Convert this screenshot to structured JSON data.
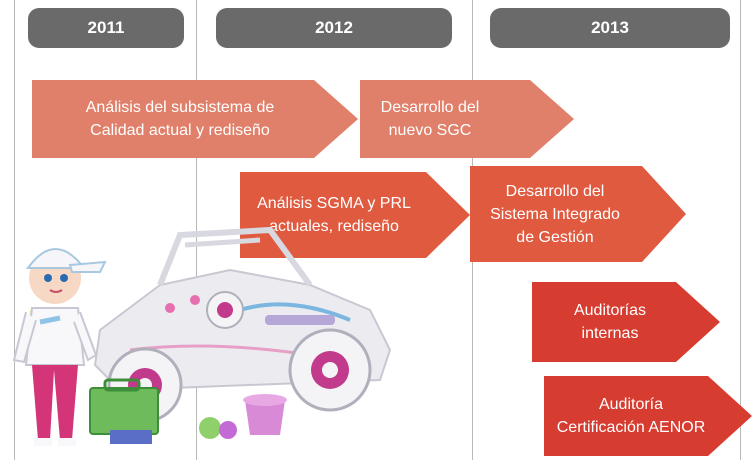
{
  "years": [
    "2011",
    "2012",
    "2013"
  ],
  "phases": [
    {
      "text": "Análisis del subsistema de\nCalidad actual y rediseño",
      "color": "#e0806a"
    },
    {
      "text": "Desarrollo del\nnuevo SGC",
      "color": "#e0806a"
    },
    {
      "text": "Análisis SGMA y PRL\nactuales, rediseño",
      "color": "#e05a40"
    },
    {
      "text": "Desarrollo del\nSistema Integrado\nde Gestión",
      "color": "#e05a40"
    },
    {
      "text": "Auditorías\ninternas",
      "color": "#d63d30"
    },
    {
      "text": "Auditoría\nCertificación AENOR",
      "color": "#d63d30"
    }
  ],
  "illustration": {
    "subject": "doll with cap next to a toy off-road jeep and accessories"
  }
}
